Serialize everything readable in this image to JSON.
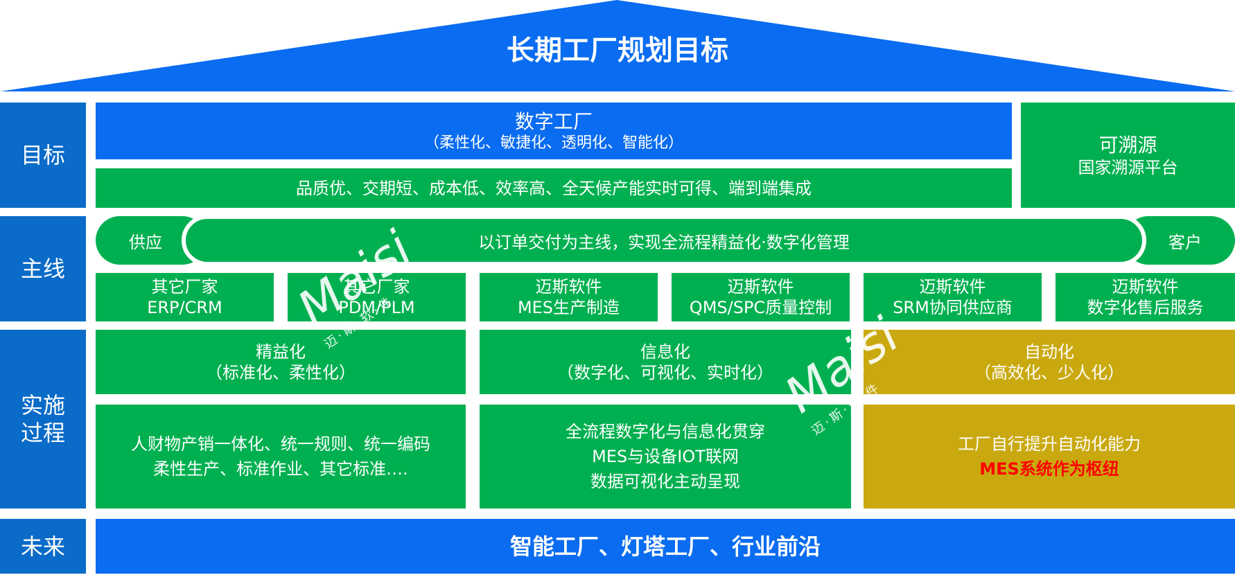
{
  "roof": {
    "title": "长期工厂规划目标"
  },
  "side_labels": {
    "goal": "目标",
    "mainline": "主线",
    "process_line1": "实施",
    "process_line2": "过程",
    "future": "未来"
  },
  "goal": {
    "digital_factory_title": "数字工厂",
    "digital_factory_sub": "（柔性化、敏捷化、透明化、智能化）",
    "metrics": "品质优、交期短、成本低、效率高、全天候产能实时可得、端到端集成",
    "traceable_title": "可溯源",
    "traceable_sub": "国家溯源平台"
  },
  "mainline": {
    "supply": "供应",
    "center": "以订单交付为主线，实现全流程精益化·数字化管理",
    "customer": "客户",
    "modules": [
      {
        "line1": "其它厂家",
        "line2": "ERP/CRM"
      },
      {
        "line1": "其它厂家",
        "line2": "PDM/PLM"
      },
      {
        "line1": "迈斯软件",
        "line2": "MES生产制造"
      },
      {
        "line1": "迈斯软件",
        "line2": "QMS/SPC质量控制"
      },
      {
        "line1": "迈斯软件",
        "line2": "SRM协同供应商"
      },
      {
        "line1": "迈斯软件",
        "line2": "数字化售后服务"
      }
    ]
  },
  "process": {
    "lean_title": "精益化",
    "lean_sub": "（标准化、柔性化）",
    "info_title": "信息化",
    "info_sub": "（数字化、可视化、实时化）",
    "auto_title": "自动化",
    "auto_sub": "（高效化、少人化）",
    "lean_detail1": "人财物产销一体化、统一规则、统一编码",
    "lean_detail2": "柔性生产、标准作业、其它标准….",
    "info_detail1": "全流程数字化与信息化贯穿",
    "info_detail2": "MES与设备IOT联网",
    "info_detail3": "数据可视化主动呈现",
    "auto_detail1": "工厂自行提升自动化能力",
    "auto_detail2": "MES系统作为枢纽"
  },
  "future": {
    "text": "智能工厂、灯塔工厂、行业前沿"
  },
  "watermark": {
    "brand": "Maisi",
    "tagline": "迈·斯·软·件"
  },
  "colors": {
    "blue": "#0a6cf0",
    "green": "#00b050",
    "gold": "#c9a90f",
    "accent_red": "#ff0000"
  }
}
